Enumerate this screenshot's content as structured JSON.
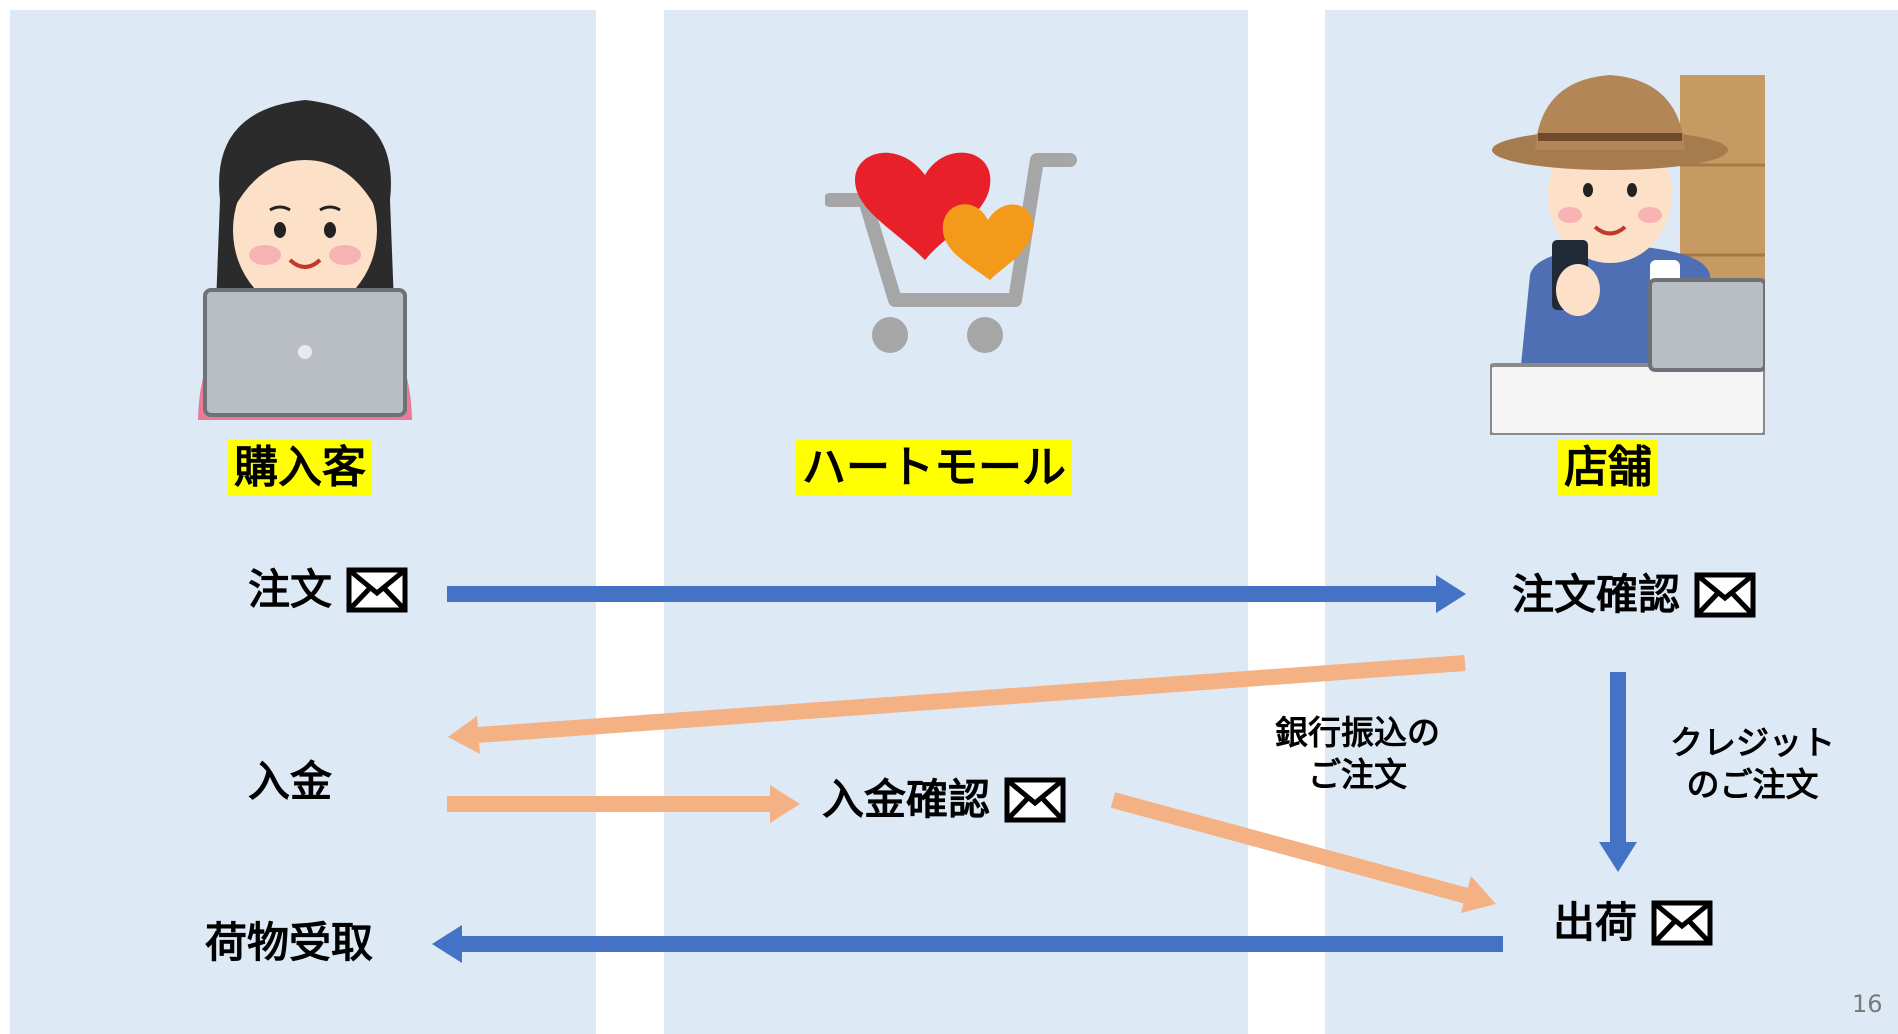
{
  "lanes": {
    "buyer": {
      "label": "購入客",
      "illustration": "woman-with-laptop"
    },
    "mall": {
      "label": "ハートモール",
      "illustration": "heart-shopping-cart-logo"
    },
    "shop": {
      "label": "店舗",
      "illustration": "farmer-with-smartphone"
    }
  },
  "steps": {
    "order": "注文",
    "order_confirm": "注文確認",
    "payment": "入金",
    "payment_confirm": "入金確認",
    "shipping": "出荷",
    "receive": "荷物受取"
  },
  "notes": {
    "bank_transfer": [
      "銀行振込の",
      "ご注文"
    ],
    "credit": [
      "クレジット",
      "のご注文"
    ]
  },
  "icons": {
    "mail": "envelope-icon"
  },
  "colors": {
    "lane_bg": "#dde9f5",
    "label_highlight": "#ffff00",
    "arrow_blue": "#4472c4",
    "arrow_orange": "#f4b183"
  },
  "page_number": "16"
}
